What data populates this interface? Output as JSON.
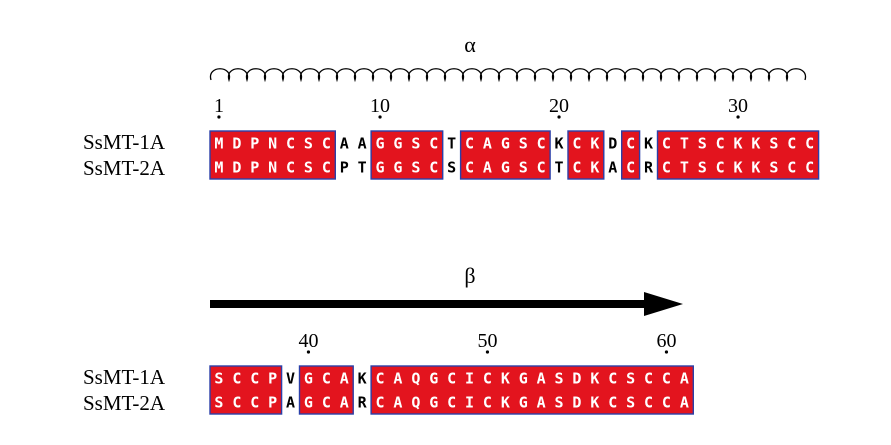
{
  "colors": {
    "identical_bg": "#e3141e",
    "identical_text": "#ffffff",
    "similar_border": "#2b3fa8",
    "variable_text": "#000000",
    "variable_text_in_block": "#e3141e",
    "arrow": "#000000"
  },
  "blocks": [
    {
      "structure_symbol": "α",
      "structure_type": "helix",
      "positions": [
        {
          "label": "1",
          "index": 0
        },
        {
          "label": "10",
          "index": 9
        },
        {
          "label": "20",
          "index": 19
        },
        {
          "label": "30",
          "index": 29
        }
      ],
      "sequences": [
        {
          "name": "SsMT-1A",
          "residues": "MDPNCSCAAGGSCTCAGSCKCKDCKCTSCKKSCC"
        },
        {
          "name": "SsMT-2A",
          "residues": "MDPNCSCPTGGSCSCAGSCTCKACRCTSCKKSCC"
        }
      ]
    },
    {
      "structure_symbol": "β",
      "structure_type": "strand",
      "positions": [
        {
          "label": "40",
          "index": 5
        },
        {
          "label": "50",
          "index": 15
        },
        {
          "label": "60",
          "index": 25
        }
      ],
      "sequences": [
        {
          "name": "SsMT-1A",
          "residues": "SCCPVGCAKCAQGCICKGASDKCSCCA"
        },
        {
          "name": "SsMT-2A",
          "residues": "SCCPAGCARCAQGCICKGASDKCSCCA"
        }
      ]
    }
  ]
}
